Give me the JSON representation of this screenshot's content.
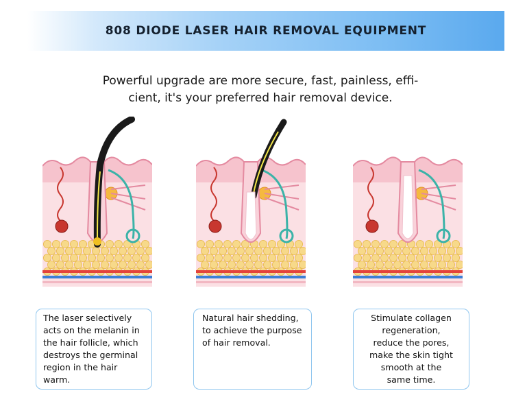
{
  "header": {
    "title": "808 DIODE LASER HAIR REMOVAL EQUIPMENT"
  },
  "intro": {
    "line1": "Powerful upgrade are more secure, fast, painless, effi-",
    "line2": "cient, it's your preferred hair removal device."
  },
  "steps": [
    {
      "illustration": "laser-acting-on-hair-follicle",
      "lines": [
        "The laser selectively",
        "acts on the melanin in",
        "the hair follicle, which",
        "destroys the germinal",
        "region in the hair",
        "warm."
      ]
    },
    {
      "illustration": "hair-shedding",
      "lines": [
        "Natural hair shedding,",
        "to achieve the purpose",
        "of hair removal."
      ]
    },
    {
      "illustration": "skin-regeneration",
      "lines": [
        "Stimulate collagen",
        "regeneration,",
        "reduce the pores,",
        "make the skin tight",
        "smooth at the",
        "same time."
      ]
    }
  ],
  "colors": {
    "banner_blue": "#5aa9ee",
    "box_border": "#8fc6ef",
    "skin_pink": "#f6c3cd",
    "fat_yellow": "#f7d98a",
    "hair_black": "#1a1a1a"
  }
}
